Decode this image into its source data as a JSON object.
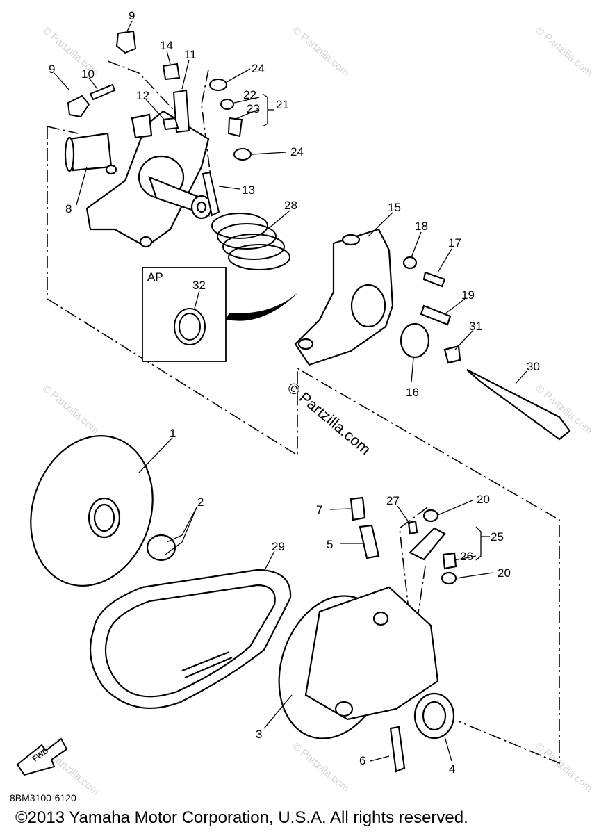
{
  "diagram_code": "8BM3100-6120",
  "copyright": "©2013  Yamaha Motor Corporation, U.S.A. All rights reserved.",
  "watermark": "© Partzilla.com",
  "box_label": "AP",
  "fwd_label": "FWD",
  "callouts": {
    "c1": "1",
    "c2": "2",
    "c3": "3",
    "c4": "4",
    "c5": "5",
    "c6": "6",
    "c7": "7",
    "c8": "8",
    "c9a": "9",
    "c9b": "9",
    "c10": "10",
    "c11": "11",
    "c12": "12",
    "c13": "13",
    "c14": "14",
    "c15": "15",
    "c16": "16",
    "c17": "17",
    "c18": "18",
    "c19": "19",
    "c20a": "20",
    "c20b": "20",
    "c21": "21",
    "c22": "22",
    "c23": "23",
    "c24a": "24",
    "c24b": "24",
    "c25": "25",
    "c26": "26",
    "c27": "27",
    "c28": "28",
    "c29": "29",
    "c30": "30",
    "c31": "31",
    "c32": "32"
  }
}
